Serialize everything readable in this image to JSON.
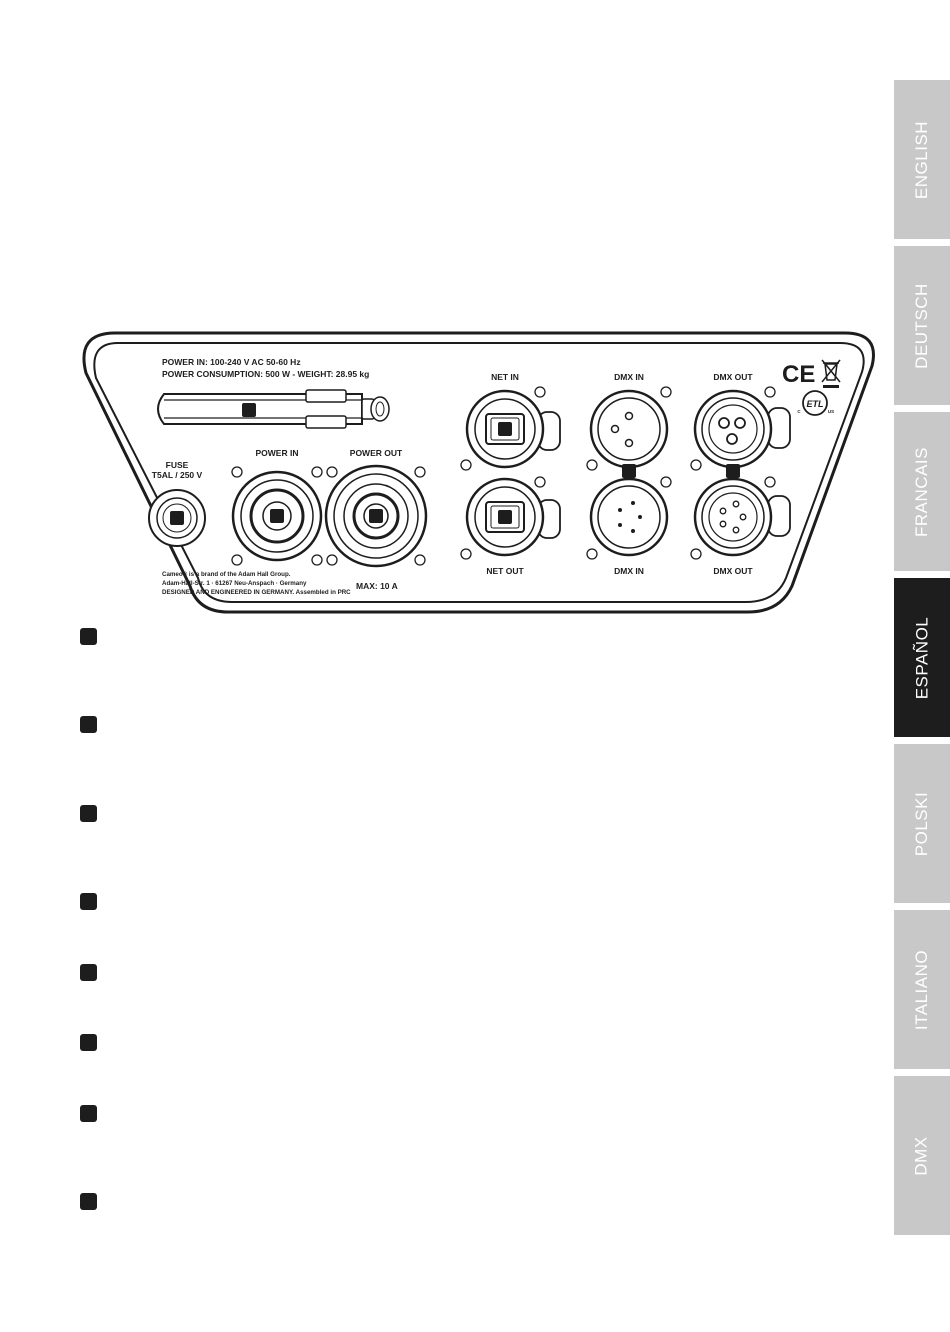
{
  "language_tabs": [
    {
      "label": "ENGLISH",
      "active": false
    },
    {
      "label": "DEUTSCH",
      "active": false
    },
    {
      "label": "FRANCAIS",
      "active": false
    },
    {
      "label": "ESPAÑOL",
      "active": true
    },
    {
      "label": "POLSKI",
      "active": false
    },
    {
      "label": "ITALIANO",
      "active": false
    },
    {
      "label": "DMX",
      "active": false
    }
  ],
  "panel": {
    "power_spec_1": "POWER IN: 100-240 V AC 50-60 Hz",
    "power_spec_2": "POWER CONSUMPTION: 500 W - WEIGHT: 28.95 kg",
    "fuse_label": "FUSE",
    "fuse_rating": "T5AL / 250 V",
    "power_in_label": "POWER IN",
    "power_out_label": "POWER OUT",
    "max_label": "MAX: 10 A",
    "brand_line_1": "Cameo® is a brand of the Adam Hall Group.",
    "brand_line_2": "Adam-Hall-Str. 1 · 61267 Neu-Anspach · Germany",
    "brand_line_3": "DESIGNED AND ENGINEERED IN GERMANY. Assembled in PRC",
    "net_in_label": "NET IN",
    "net_out_label": "NET OUT",
    "dmx_in_top_label": "DMX IN",
    "dmx_in_bottom_label": "DMX IN",
    "dmx_out_top_label": "DMX OUT",
    "dmx_out_bottom_label": "DMX OUT",
    "ce_mark": "CE",
    "etl_mark": "ETL",
    "etl_c": "C",
    "etl_us": "US"
  },
  "colors": {
    "ink": "#1d1d1d",
    "tab_inactive": "#c8c8c8",
    "tab_active": "#1d1d1d"
  }
}
